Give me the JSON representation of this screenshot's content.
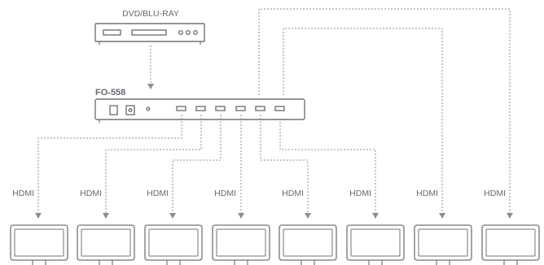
{
  "source_device": {
    "label": "DVD/BLU-RAY"
  },
  "splitter": {
    "label": "FO-558"
  },
  "connection_label": "HDMI",
  "displays": [
    {
      "hdmi": "HDMI"
    },
    {
      "hdmi": "HDMI"
    },
    {
      "hdmi": "HDMI"
    },
    {
      "hdmi": "HDMI"
    },
    {
      "hdmi": "HDMI"
    },
    {
      "hdmi": "HDMI"
    },
    {
      "hdmi": "HDMI"
    },
    {
      "hdmi": "HDMI"
    }
  ],
  "colors": {
    "line": "#8a8f95",
    "device_outline": "#6f747a",
    "text": "#666a6f"
  }
}
